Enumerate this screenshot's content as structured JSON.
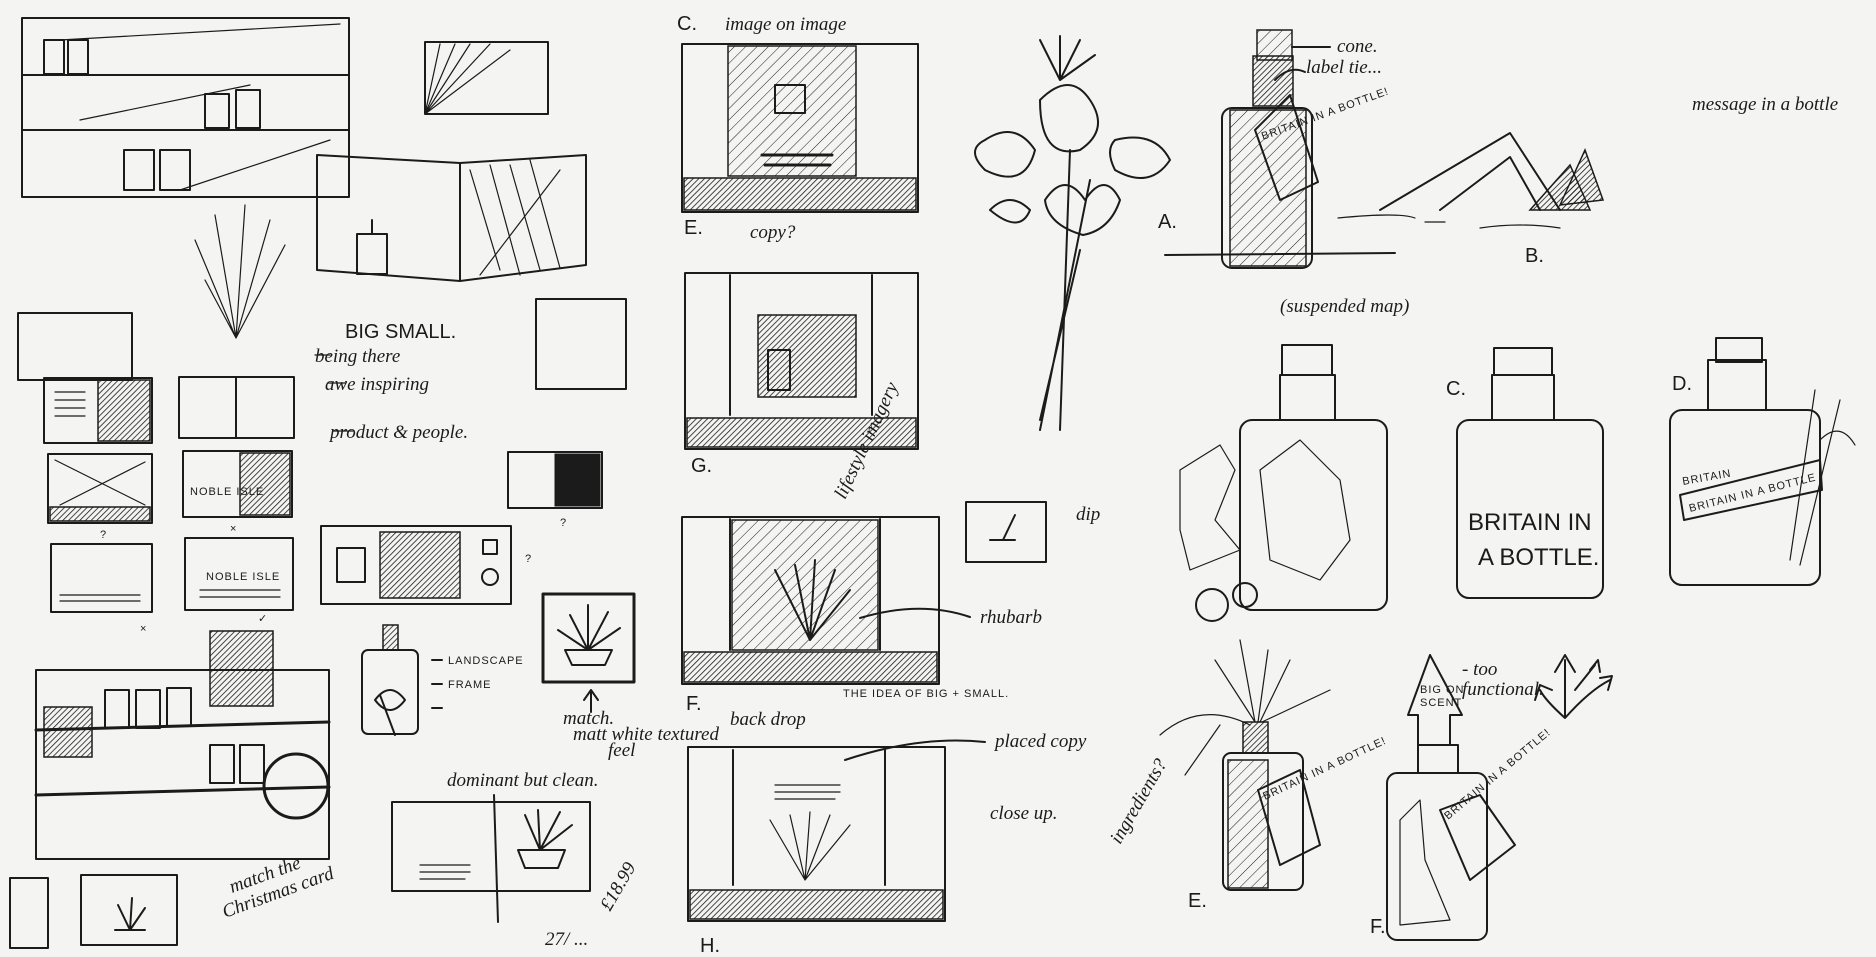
{
  "colors": {
    "paper": "#f4f4f2",
    "ink": "#1b1b1b"
  },
  "storyboards": {
    "c_label": "C.",
    "c_note": "image on image",
    "e_label": "E.",
    "e_note": "copy?",
    "g_label": "G.",
    "g_note": "lifestyle imagery",
    "f_label": "F.",
    "f_caption": "THE IDEA OF BIG + SMALL.",
    "f_note": "rhubarb",
    "f_backdrop": "back drop",
    "dip_note": "dip",
    "h_label": "H.",
    "h_note_1": "placed copy",
    "h_note_2": "close up."
  },
  "left_notes": {
    "big_small": "BIG SMALL.",
    "point_1": "being there",
    "point_2": "awe inspiring",
    "point_3": "product & people.",
    "thumb_q1": "?",
    "thumb_x1": "×",
    "thumb_q2": "?",
    "thumb_x2": "×",
    "thumb_check": "✓",
    "thumb_q3": "?",
    "brand": "NOBLE ISLE",
    "landscape": "LANDSCAPE",
    "frame": "FRAME",
    "match_1": "match.",
    "match_2": "matt white textured",
    "match_3": "feel",
    "dominant": "dominant but clean.",
    "christmas_1": "match the",
    "christmas_2": "Christmas card",
    "price": "£18.99",
    "footer": "27/ ..."
  },
  "bottles": {
    "a_label": "A.",
    "cone": "cone.",
    "label_tie": "label tie...",
    "tag_text": "BRITAIN IN A BOTTLE!",
    "message": "message in a bottle",
    "b_label": "B.",
    "suspended": "(suspended map)",
    "c_label": "C.",
    "c_line1": "BRITAIN IN",
    "c_line2": "A BOTTLE.",
    "d_label": "D.",
    "d_band_1": "BRITAIN",
    "d_band_2": "BRITAIN IN A BOTTLE",
    "e_label": "E.",
    "ingredients": "ingredients?",
    "f_label": "F.",
    "sign_1": "BIG ON",
    "sign_2": "SCENT",
    "too_functional_1": "- too",
    "too_functional_2": "functional."
  }
}
